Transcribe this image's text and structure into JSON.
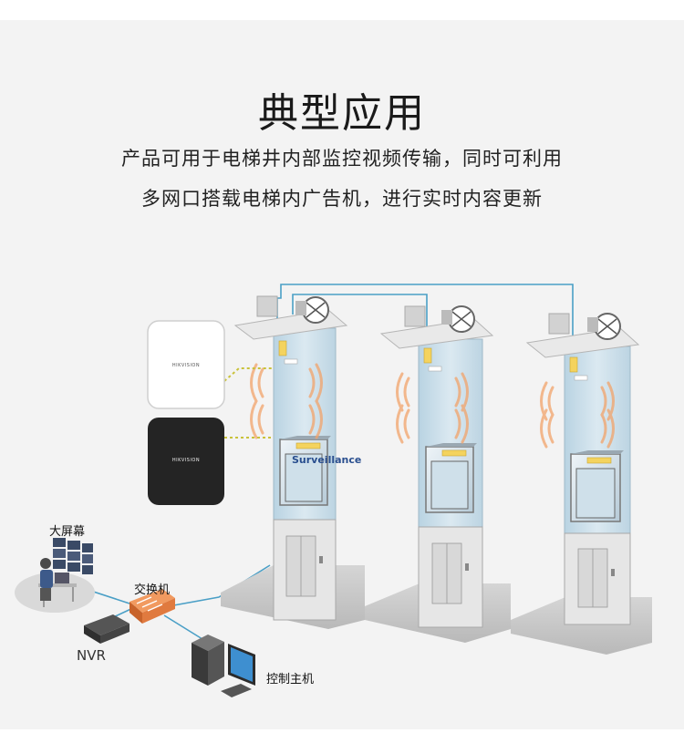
{
  "heading": {
    "title": "典型应用",
    "line1": "产品可用于电梯井内部监控视频传输，同时可利用",
    "line2": "多网口搭载电梯内广告机，进行实时内容更新"
  },
  "labels": {
    "big_screen": "大屏幕",
    "switch": "交换机",
    "nvr": "NVR",
    "control_host": "控制主机",
    "surveillance": "Surveillance"
  },
  "devices": {
    "brand_white": "HIKVISION",
    "brand_black": "HIKVISION"
  },
  "colors": {
    "background": "#f3f3f3",
    "shaft": "#c9dde8",
    "cable": "#4a9fc6",
    "wave": "#f2a36a",
    "switch": "#e4824c"
  }
}
